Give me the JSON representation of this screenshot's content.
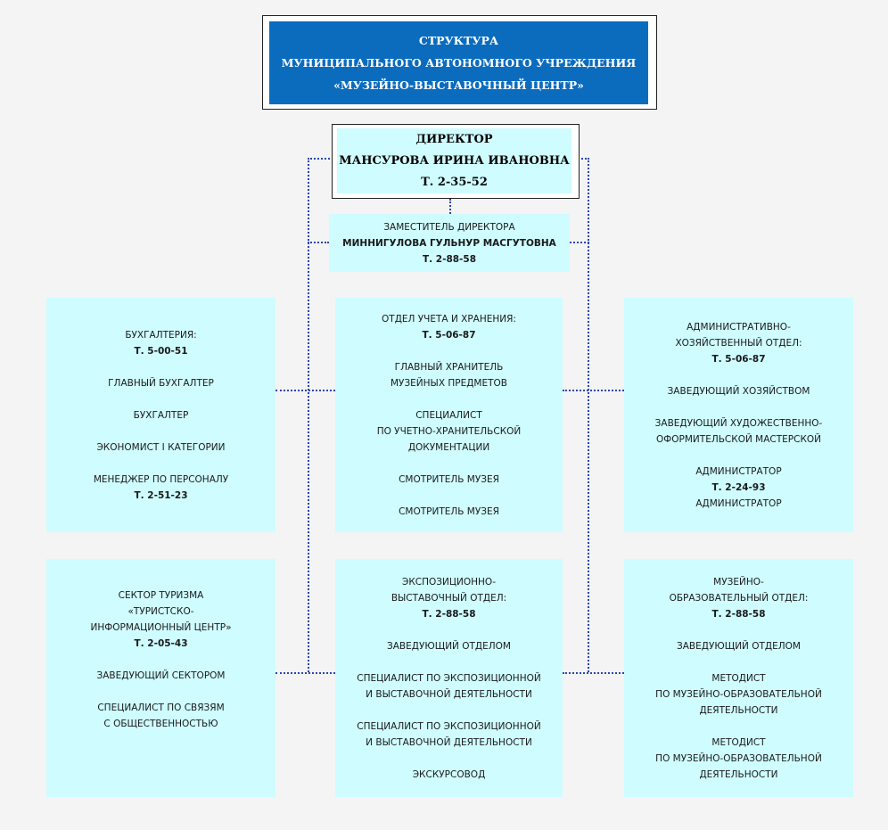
{
  "title": {
    "line1": "СТРУКТУРА",
    "line2": "МУНИЦИПАЛЬНОГО АВТОНОМНОГО УЧРЕЖДЕНИЯ",
    "line3": "«МУЗЕЙНО-ВЫСТАВОЧНЫЙ ЦЕНТР»"
  },
  "director": {
    "role": "ДИРЕКТОР",
    "name": "МАНСУРОВА ИРИНА ИВАНОВНА",
    "phone": "Т. 2-35-52"
  },
  "deputy": {
    "role": "ЗАМЕСТИТЕЛЬ ДИРЕКТОРА",
    "name": "МИННИГУЛОВА ГУЛЬНУР МАСГУТОВНА",
    "phone": "Т. 2-88-58"
  },
  "accounting": {
    "title": "БУХГАЛТЕРИЯ:",
    "phone": "Т. 5-00-51",
    "p1": "ГЛАВНЫЙ БУХГАЛТЕР",
    "p2": "БУХГАЛТЕР",
    "p3": "ЭКОНОМИСТ I КАТЕГОРИИ",
    "p4": "МЕНЕДЖЕР ПО ПЕРСОНАЛУ",
    "p4_phone": "Т. 2-51-23"
  },
  "storage": {
    "title": "ОТДЕЛ УЧЕТА И ХРАНЕНИЯ:",
    "phone": "Т. 5-06-87",
    "p1a": "ГЛАВНЫЙ ХРАНИТЕЛЬ",
    "p1b": "МУЗЕЙНЫХ ПРЕДМЕТОВ",
    "p2a": "СПЕЦИАЛИСТ",
    "p2b": "ПО УЧЕТНО-ХРАНИТЕЛЬСКОЙ",
    "p2c": "ДОКУМЕНТАЦИИ",
    "p3": "СМОТРИТЕЛЬ МУЗЕЯ",
    "p4": "СМОТРИТЕЛЬ МУЗЕЯ"
  },
  "admin": {
    "title1": "АДМИНИСТРАТИВНО-",
    "title2": "ХОЗЯЙСТВЕННЫЙ ОТДЕЛ:",
    "phone": "Т. 5-06-87",
    "p1": "ЗАВЕДУЮЩИЙ ХОЗЯЙСТВОМ",
    "p2a": "ЗАВЕДУЮЩИЙ ХУДОЖЕСТВЕННО-",
    "p2b": "ОФОРМИТЕЛЬСКОЙ МАСТЕРСКОЙ",
    "p3": "АДМИНИСТРАТОР",
    "p3_phone": "Т. 2-24-93",
    "p4": "АДМИНИСТРАТОР"
  },
  "tourism": {
    "title1": "СЕКТОР ТУРИЗМА",
    "title2": "«ТУРИСТСКО-",
    "title3": "ИНФОРМАЦИОННЫЙ ЦЕНТР»",
    "phone": "Т. 2-05-43",
    "p1": "ЗАВЕДУЮЩИЙ СЕКТОРОМ",
    "p2a": "СПЕЦИАЛИСТ ПО СВЯЗЯМ",
    "p2b": "С ОБЩЕСТВЕННОСТЬЮ"
  },
  "exhibition": {
    "title1": "ЭКСПОЗИЦИОННО-",
    "title2": "ВЫСТАВОЧНЫЙ ОТДЕЛ:",
    "phone": "Т. 2-88-58",
    "p1": "ЗАВЕДУЮЩИЙ ОТДЕЛОМ",
    "p2a": "СПЕЦИАЛИСТ ПО ЭКСПОЗИЦИОННОЙ",
    "p2b": "И ВЫСТАВОЧНОЙ ДЕЯТЕЛЬНОСТИ",
    "p3a": "СПЕЦИАЛИСТ ПО ЭКСПОЗИЦИОННОЙ",
    "p3b": "И ВЫСТАВОЧНОЙ ДЕЯТЕЛЬНОСТИ",
    "p4": "ЭКСКУРСОВОД"
  },
  "education": {
    "title1": "МУЗЕЙНО-",
    "title2": "ОБРАЗОВАТЕЛЬНЫЙ ОТДЕЛ:",
    "phone": "Т. 2-88-58",
    "p1": "ЗАВЕДУЮЩИЙ ОТДЕЛОМ",
    "p2a": "МЕТОДИСТ",
    "p2b": "ПО МУЗЕЙНО-ОБРАЗОВАТЕЛЬНОЙ",
    "p2c": "ДЕЯТЕЛЬНОСТИ",
    "p3a": "МЕТОДИСТ",
    "p3b": "ПО МУЗЕЙНО-ОБРАЗОВАТЕЛЬНОЙ",
    "p3c": "ДЕЯТЕЛЬНОСТИ"
  },
  "colors": {
    "title_bg": "#0b6cbe",
    "box_bg": "#cffcff",
    "connector": "#2b45b0",
    "page_bg": "#f4f4f4"
  }
}
